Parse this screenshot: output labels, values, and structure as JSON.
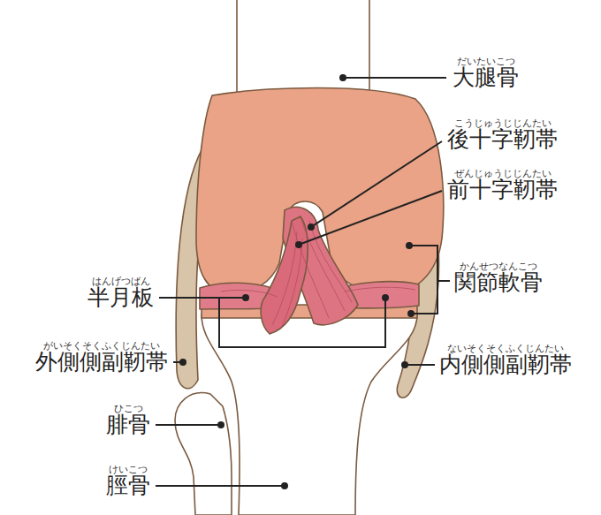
{
  "diagram": {
    "labels": [
      "だいたいこつ",
      "大腿骨",
      "こうじゅうじじんたい",
      "後十字靭帯",
      "ぜんじゅうじじんたい",
      "前十字靭帯",
      "かんせつなんこつ",
      "関節軟骨",
      "はんげつばん",
      "半月板",
      "がいそくそくふくじんたい",
      "外側側副靭帯",
      "ないそくそくふくじんたい",
      "内側側副靭帯",
      "ひこつ",
      "腓骨",
      "けいこつ",
      "脛骨"
    ]
  }
}
